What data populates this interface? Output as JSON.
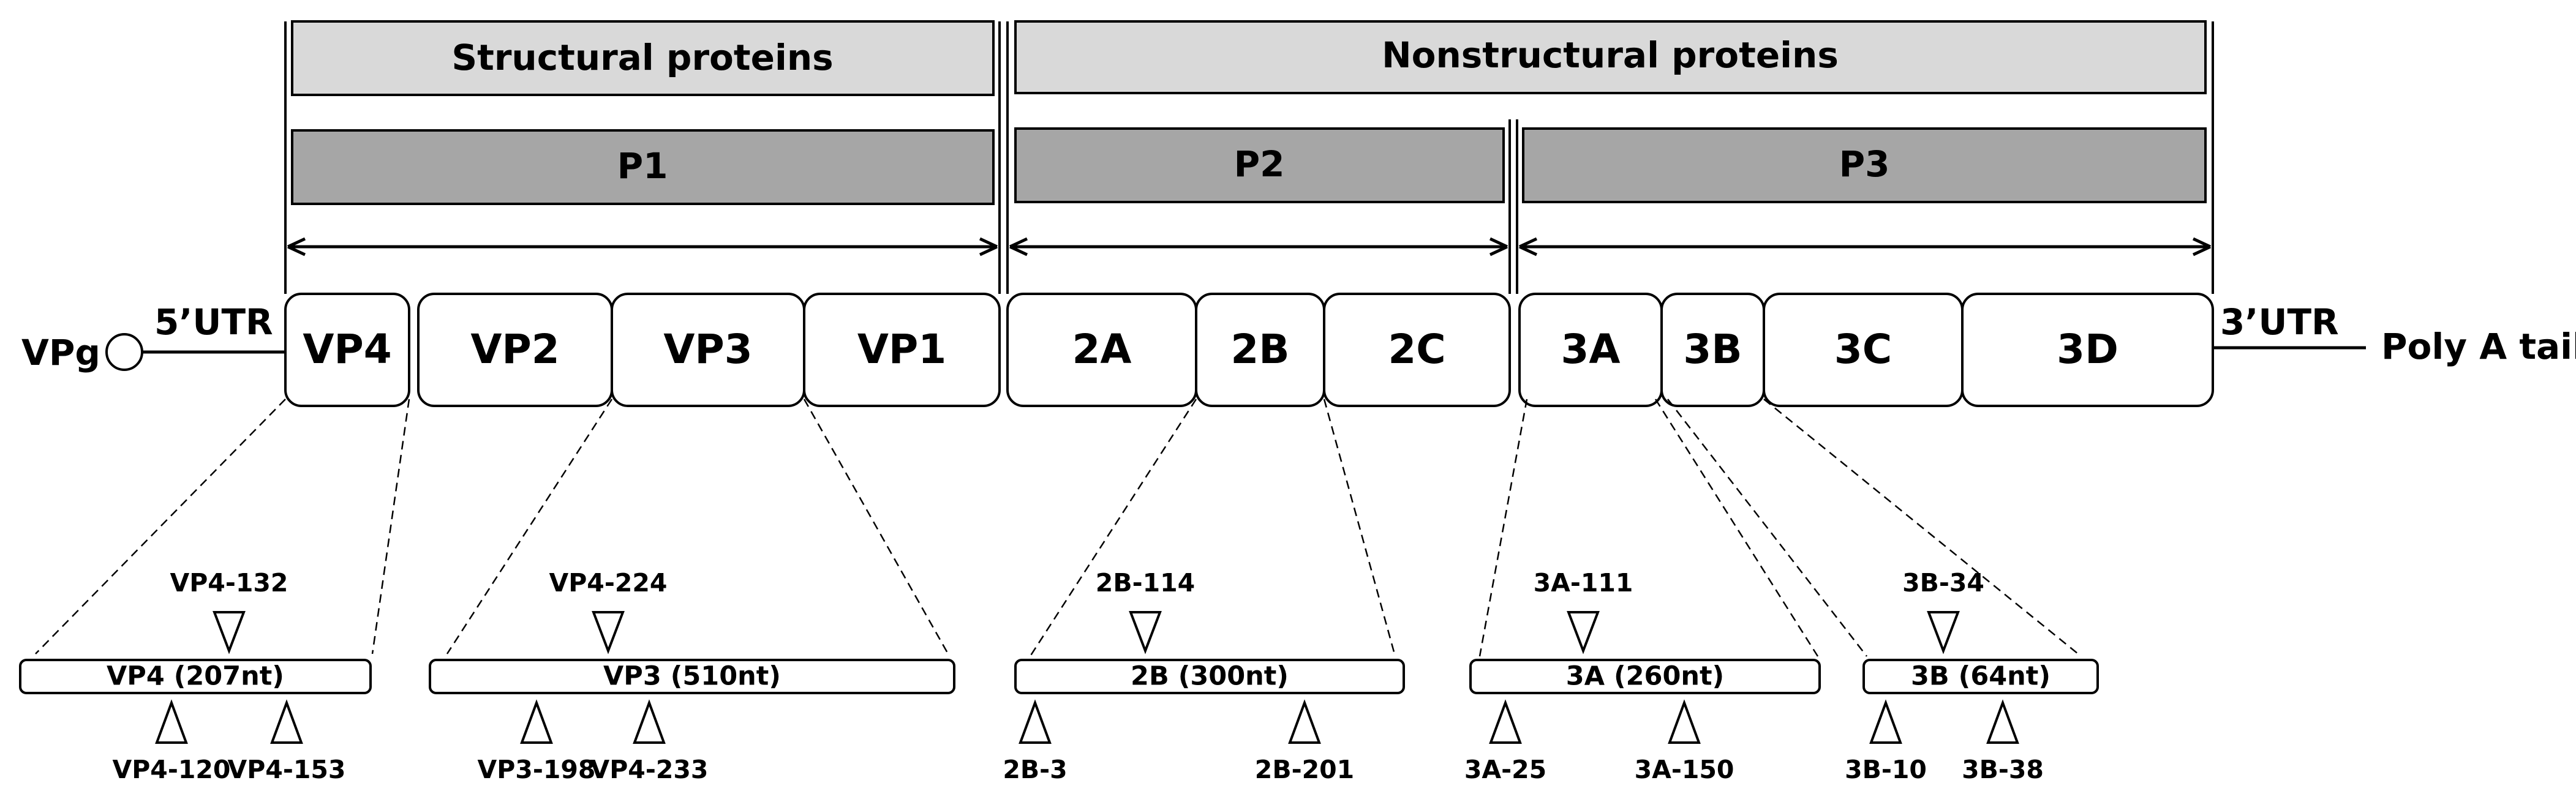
{
  "header_structural": "Structural proteins",
  "header_nonstructural": "Nonstructural proteins",
  "precursors": {
    "p1": "P1",
    "p2": "P2",
    "p3": "P3"
  },
  "genome": {
    "vpg": "VPg",
    "utr5": "5’UTR",
    "utr3": "3’UTR",
    "polya": "Poly A tail",
    "segments": [
      "VP4",
      "VP2",
      "VP3",
      "VP1",
      "2A",
      "2B",
      "2C",
      "3A",
      "3B",
      "3C",
      "3D"
    ]
  },
  "zoom_bars": [
    {
      "segment": "VP4",
      "label": "VP4 (207nt)",
      "markers_above": [
        "VP4-132"
      ],
      "markers_below": [
        "VP4-120",
        "VP4-153"
      ]
    },
    {
      "segment": "VP3",
      "label": "VP3 (510nt)",
      "markers_above": [
        "VP4-224"
      ],
      "markers_below": [
        "VP3-198",
        "VP4-233"
      ]
    },
    {
      "segment": "2B",
      "label": "2B (300nt)",
      "markers_above": [
        "2B-114"
      ],
      "markers_below": [
        "2B-3",
        "2B-201"
      ]
    },
    {
      "segment": "3A",
      "label": "3A (260nt)",
      "markers_above": [
        "3A-111"
      ],
      "markers_below": [
        "3A-25",
        "3A-150"
      ]
    },
    {
      "segment": "3B",
      "label": "3B (64nt)",
      "markers_above": [
        "3B-34"
      ],
      "markers_below": [
        "3B-10",
        "3B-38"
      ]
    }
  ],
  "colors": {
    "header_fill": "#d9d9d9",
    "precursor_fill": "#a6a6a6",
    "segment_fill": "#ffffff",
    "stroke": "#000000"
  }
}
